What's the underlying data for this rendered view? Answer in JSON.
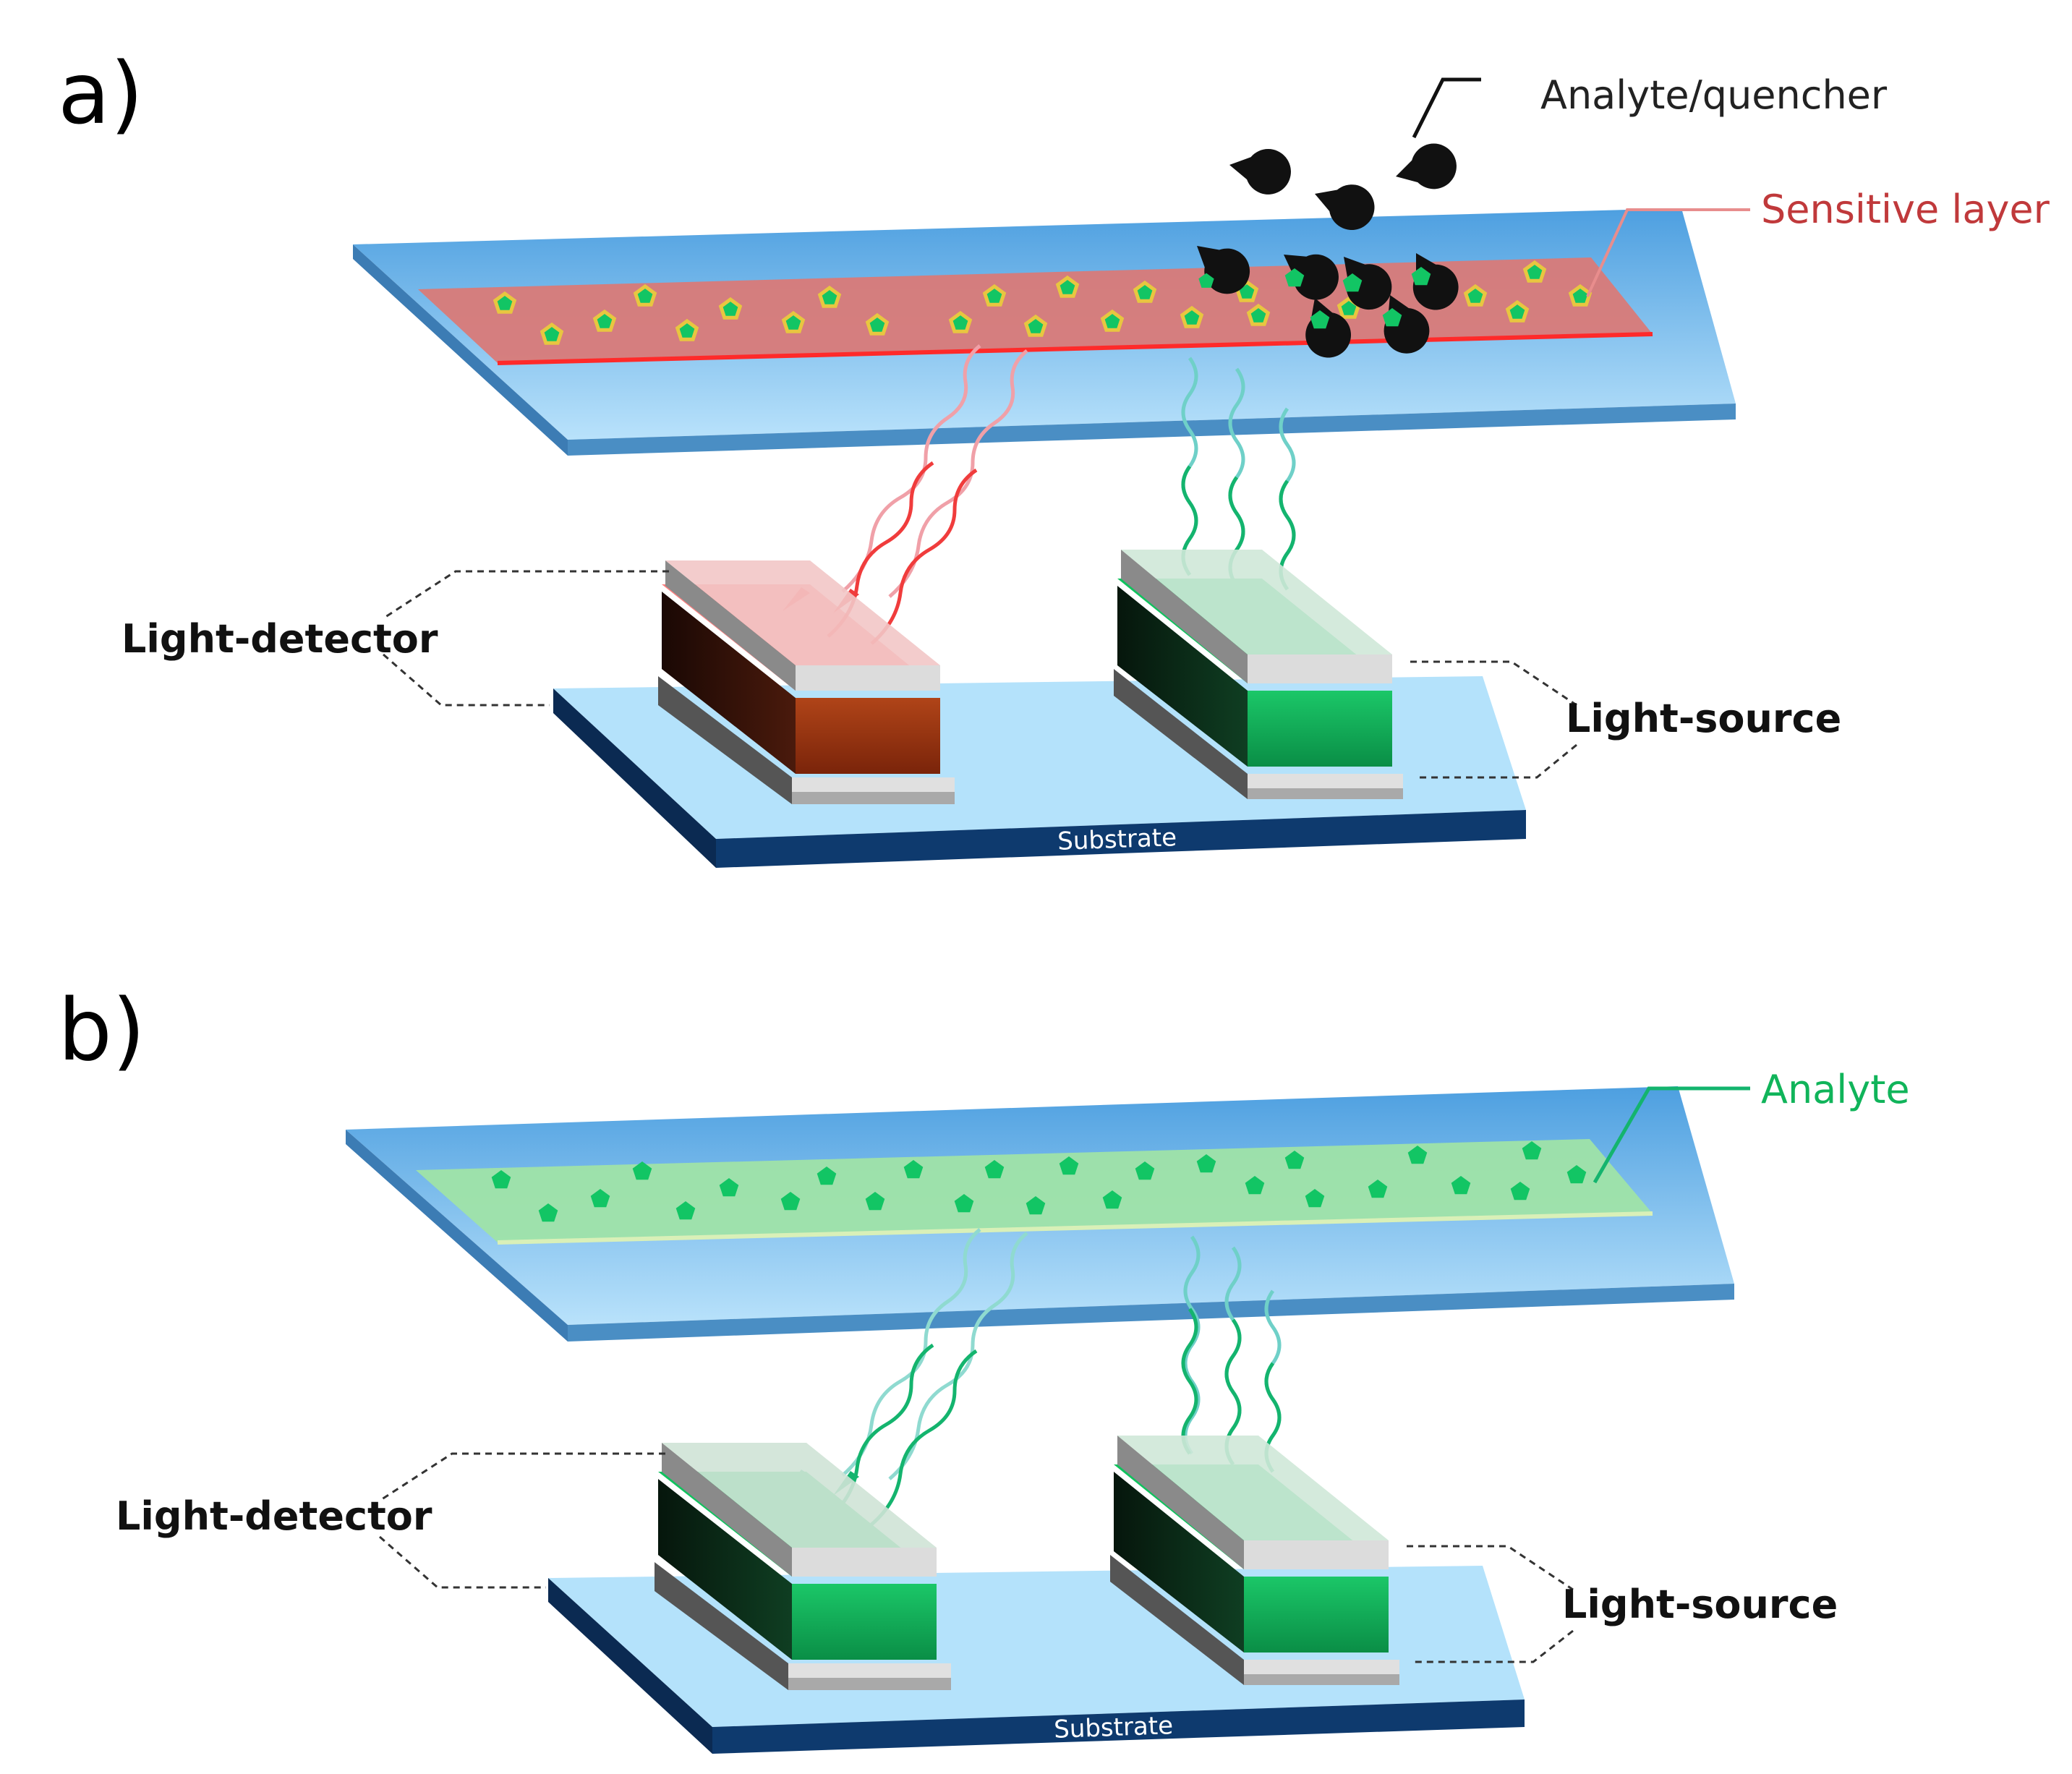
{
  "panels": [
    {
      "letter": "a)",
      "labels": {
        "analyte_quencher": "Analyte/quencher",
        "sensitive_layer": "Sensitive layer",
        "light_detector": "Light-detector",
        "light_source": "Light-source",
        "substrate": "Substrate"
      }
    },
    {
      "letter": "b)",
      "labels": {
        "analyte": "Analyte",
        "light_detector": "Light-detector",
        "light_source": "Light-source",
        "substrate": "Substrate"
      }
    }
  ],
  "colors": {
    "glass_top": "#5aa9e6",
    "glass_front": "#4a8ec4",
    "sensitive_layer": "#d97a78",
    "sensitive_edge": "#ff2a2a",
    "analyte_layer": "#9fe3a8",
    "emitter_green": "#10b45a",
    "emitter_red": "#9c3412",
    "ray_red": "#f03c3c",
    "ray_green": "#14b46e",
    "ray_cyan": "#5ec4c8",
    "substrate_top": "#b4e2fb",
    "substrate_front": "#0e3a6e",
    "label_red": "#c0393b",
    "label_green": "#10b45a"
  }
}
